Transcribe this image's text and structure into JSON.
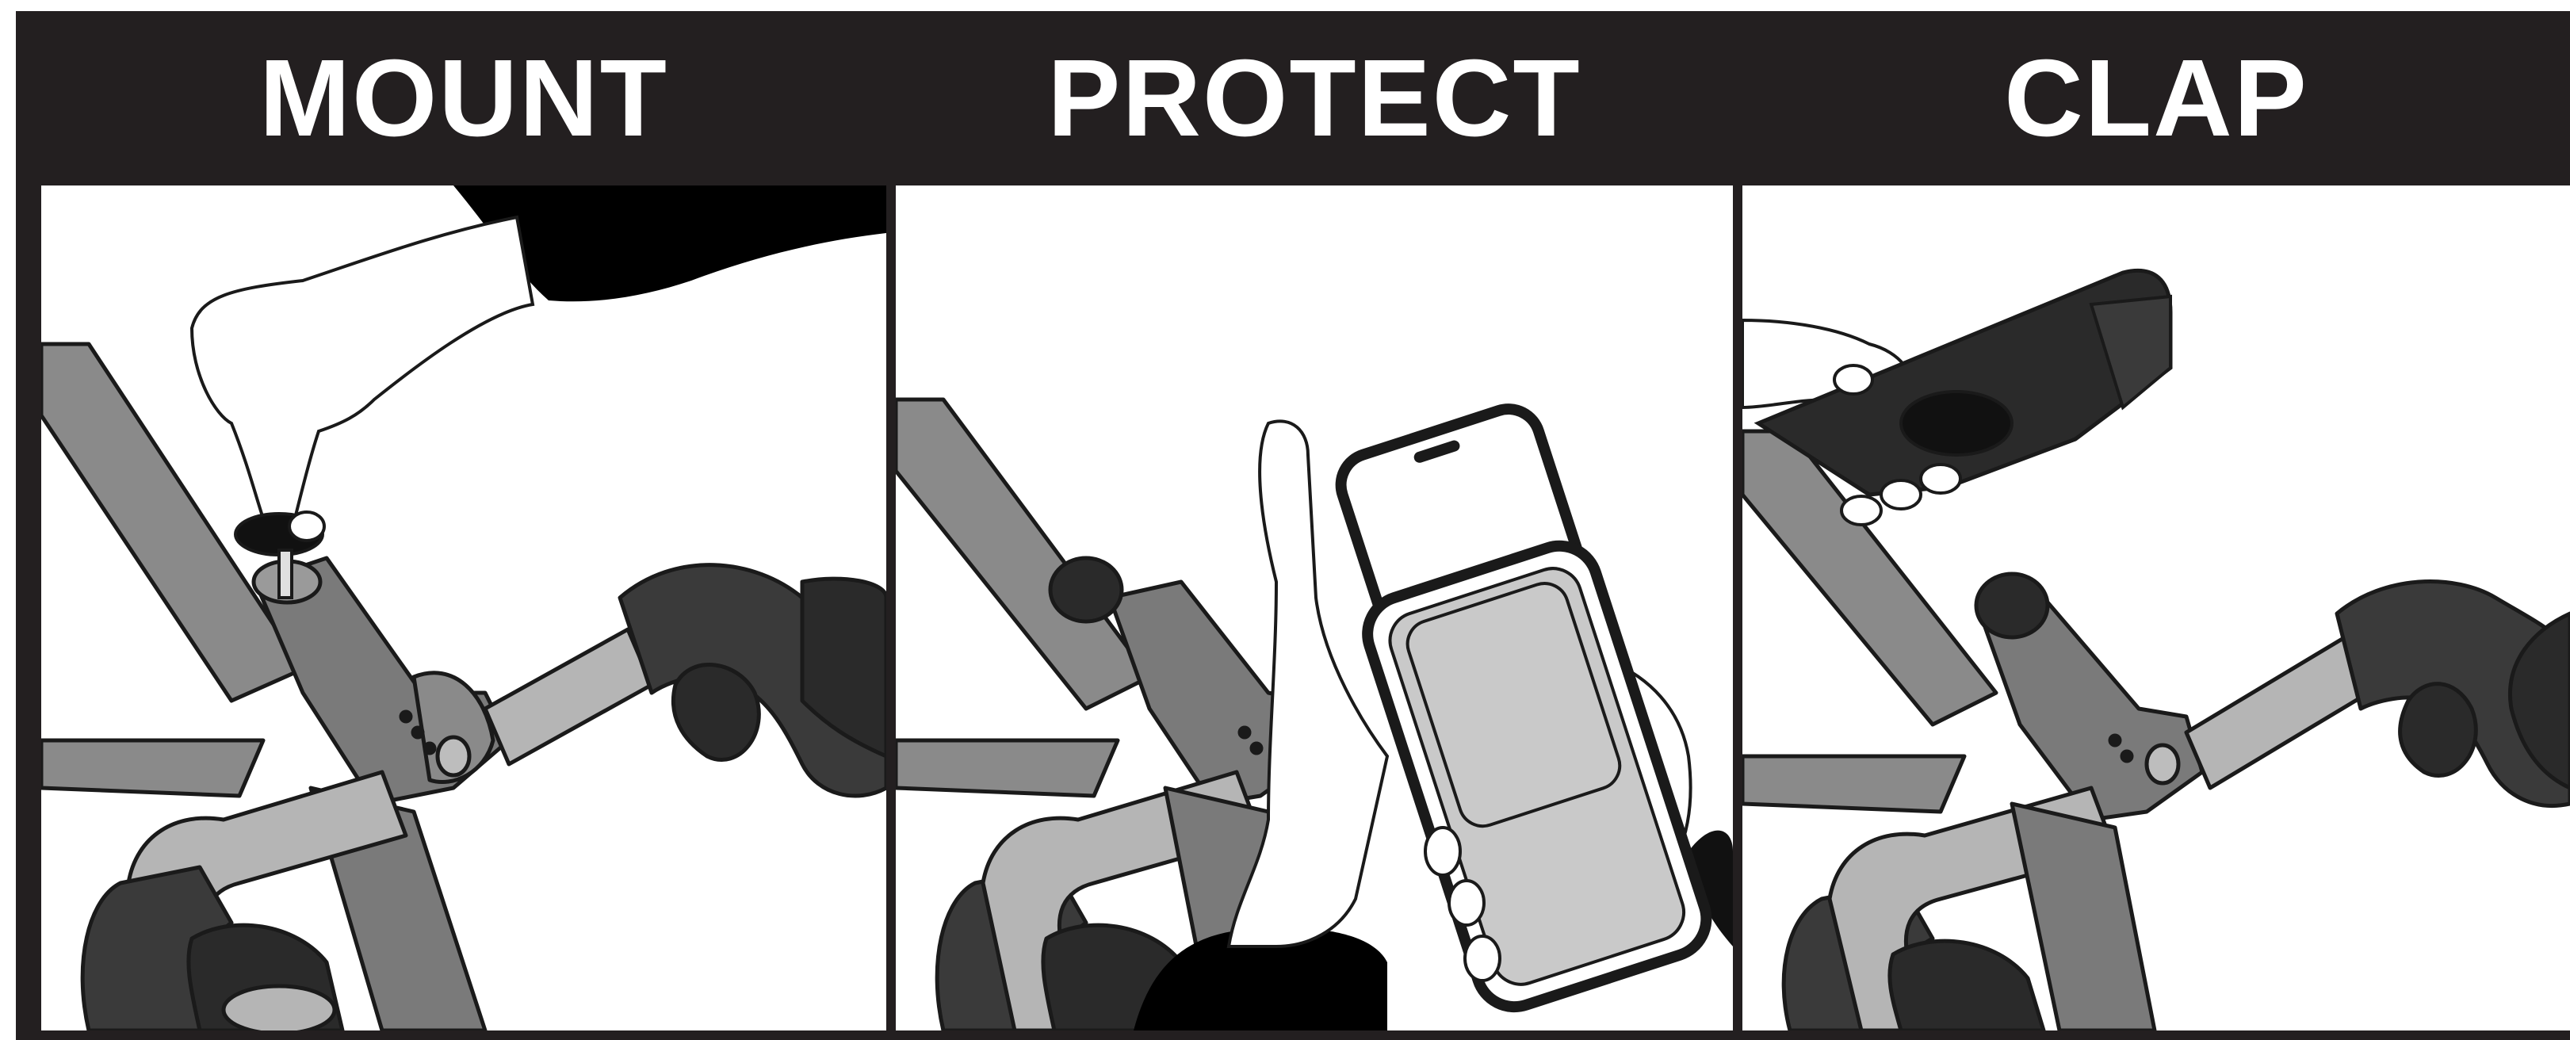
{
  "panels": [
    {
      "title": "MOUNT"
    },
    {
      "title": "PROTECT"
    },
    {
      "title": "CLAP"
    }
  ],
  "colors": {
    "frame": "#231f20",
    "panel_bg": "#ffffff",
    "frame_tube": "#8a8a8a",
    "stem": "#7a7a7a",
    "handlebar_light": "#b5b5b5",
    "bar_tape": "#3a3a3a",
    "sleeve": "#000000",
    "screen": "#c9c9c9"
  },
  "icons": [
    "bicycle-handlebar",
    "hand",
    "phone",
    "phone-case",
    "mount-adapter"
  ]
}
